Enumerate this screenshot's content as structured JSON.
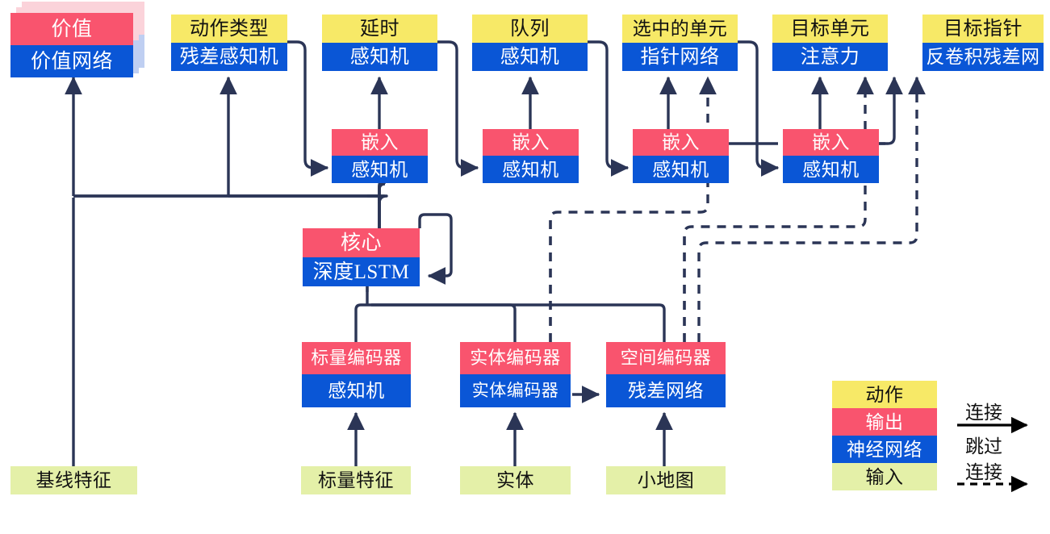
{
  "diagram": {
    "title_present": false,
    "colors": {
      "action": "#F7E967",
      "output": "#F9546E",
      "network": "#0A56D6",
      "input": "#E4F0A8",
      "wire": "#2B3556",
      "legend_arrow": "#000000",
      "ghost_output": "#FBD3DA",
      "ghost_network": "#BFCFF2",
      "background": "#FFFFFF"
    }
  },
  "heads": [
    {
      "id": "value",
      "action": "价值",
      "network": "价值网络",
      "stacked": true
    },
    {
      "id": "action-type",
      "action": "动作类型",
      "network": "残差感知机",
      "stacked": false
    },
    {
      "id": "delay",
      "action": "延时",
      "network": "感知机",
      "stacked": false
    },
    {
      "id": "queued",
      "action": "队列",
      "network": "感知机",
      "stacked": false
    },
    {
      "id": "selected-units",
      "action": "选中的单元",
      "network": "指针网络",
      "stacked": false
    },
    {
      "id": "target-unit",
      "action": "目标单元",
      "network": "注意力",
      "stacked": false
    },
    {
      "id": "target-point",
      "action": "目标指针",
      "network": "反卷积残差网",
      "stacked": false
    }
  ],
  "embeddings": [
    {
      "id": "embed-delay",
      "output": "嵌入",
      "network": "感知机"
    },
    {
      "id": "embed-queued",
      "output": "嵌入",
      "network": "感知机"
    },
    {
      "id": "embed-selected-units",
      "output": "嵌入",
      "network": "感知机"
    },
    {
      "id": "embed-target-unit",
      "output": "嵌入",
      "network": "感知机"
    }
  ],
  "core": {
    "id": "core",
    "output": "核心",
    "network": "深度LSTM",
    "recurrent": true
  },
  "encoders": [
    {
      "id": "scalar-encoder",
      "output": "标量编码器",
      "network": "感知机"
    },
    {
      "id": "entity-encoder",
      "output": "实体编码器",
      "network": "实体编码器"
    },
    {
      "id": "spatial-encoder",
      "output": "空间编码器",
      "network": "残差网络"
    }
  ],
  "inputs": [
    {
      "id": "baseline-features",
      "label": "基线特征"
    },
    {
      "id": "scalar-features",
      "label": "标量特征"
    },
    {
      "id": "entities",
      "label": "实体"
    },
    {
      "id": "minimap",
      "label": "小地图"
    }
  ],
  "legend": {
    "bands": [
      {
        "id": "legend-action",
        "label": "动作",
        "kind": "action"
      },
      {
        "id": "legend-output",
        "label": "输出",
        "kind": "output"
      },
      {
        "id": "legend-network",
        "label": "神经网络",
        "kind": "net"
      },
      {
        "id": "legend-input",
        "label": "输入",
        "kind": "input"
      }
    ],
    "connection_label": "连接",
    "skip_label_line1": "跳过",
    "skip_label_line2": "连接"
  }
}
